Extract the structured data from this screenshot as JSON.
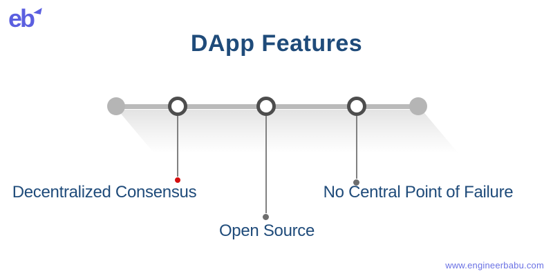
{
  "brand": {
    "logo_text": "eb",
    "logo_color": "#5B5FE0"
  },
  "header": {
    "title": "DApp Features",
    "title_color": "#1F4B7A"
  },
  "timeline": {
    "line_color": "#BABABA",
    "endpoint_color": "#B5B5B5",
    "node_ring_color": "#4D4D4D",
    "node_fill_color": "#FFFFFF",
    "stem_color": "#808080",
    "label_color": "#1F4B7A",
    "items": [
      {
        "label": "Decentralized Consensus",
        "dot_color": "#D40F0F"
      },
      {
        "label": "Open Source",
        "dot_color": "#6E6E6E"
      },
      {
        "label": "No Central Point of Failure",
        "dot_color": "#6E6E6E"
      }
    ]
  },
  "footer": {
    "website": "www.engineerbabu.com",
    "website_color": "#6A71E4"
  }
}
